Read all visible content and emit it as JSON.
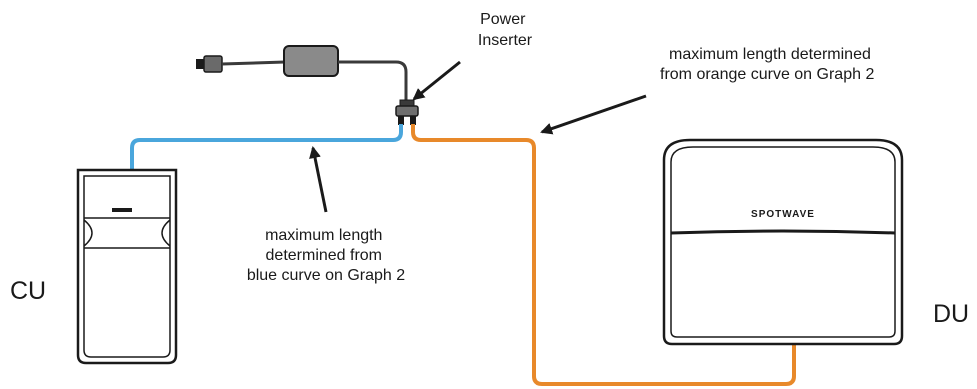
{
  "labels": {
    "power_inserter": [
      "Power",
      "Inserter"
    ],
    "orange_note": [
      "maximum length determined",
      "from orange curve on Graph 2"
    ],
    "blue_note": [
      "maximum length",
      "determined from",
      "blue curve on Graph 2"
    ],
    "cu": "CU",
    "du": "DU",
    "brand": "SPOTWAVE"
  },
  "colors": {
    "blue_cable": "#4aa6dc",
    "orange_cable": "#e8892a",
    "device_outline": "#1a1a1a",
    "adapter_fill": "#8a8a8a",
    "text": "#1a1a1a"
  }
}
